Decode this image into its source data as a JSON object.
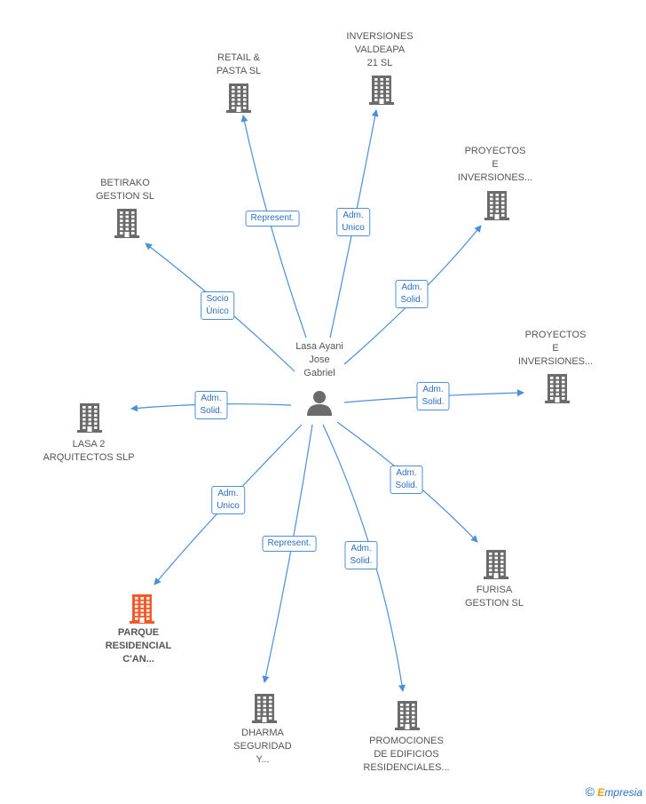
{
  "center": {
    "name": "Lasa Ayani\nJose\nGabriel",
    "icon": "person-icon"
  },
  "nodes": [
    {
      "id": "retail",
      "name": "RETAIL &\nPASTA SL",
      "icon": "building-icon"
    },
    {
      "id": "valdeapa",
      "name": "INVERSIONES\nVALDEAPA\n21 SL",
      "icon": "building-icon"
    },
    {
      "id": "proyectos1",
      "name": "PROYECTOS\nE\nINVERSIONES...",
      "icon": "building-icon"
    },
    {
      "id": "betirako",
      "name": "BETIRAKO\nGESTION SL",
      "icon": "building-icon"
    },
    {
      "id": "proyectos2",
      "name": "PROYECTOS\nE\nINVERSIONES...",
      "icon": "building-icon"
    },
    {
      "id": "lasa2",
      "name": "LASA 2\nARQUITECTOS SLP",
      "icon": "building-icon"
    },
    {
      "id": "furisa",
      "name": "FURISA\nGESTION SL",
      "icon": "building-icon"
    },
    {
      "id": "parque",
      "name": "PARQUE\nRESIDENCIAL\nC'AN...",
      "icon": "building-icon",
      "highlight": true
    },
    {
      "id": "dharma",
      "name": "DHARMA\nSEGURIDAD\nY...",
      "icon": "building-icon"
    },
    {
      "id": "promociones",
      "name": "PROMOCIONES\nDE EDIFICIOS\nRESIDENCIALES...",
      "icon": "building-icon"
    }
  ],
  "edges": [
    {
      "to": "retail",
      "label": "Represent."
    },
    {
      "to": "valdeapa",
      "label": "Adm.\nUnico"
    },
    {
      "to": "proyectos1",
      "label": "Adm.\nSolid."
    },
    {
      "to": "betirako",
      "label": "Socio\nÚnico"
    },
    {
      "to": "proyectos2",
      "label": "Adm.\nSolid."
    },
    {
      "to": "lasa2",
      "label": "Adm.\nSolid."
    },
    {
      "to": "furisa",
      "label": "Adm.\nSolid."
    },
    {
      "to": "parque",
      "label": "Adm.\nUnico"
    },
    {
      "to": "dharma",
      "label": "Represent."
    },
    {
      "to": "promociones",
      "label": "Adm.\nSolid."
    }
  ],
  "colors": {
    "edge": "#4a8fd8",
    "building": "#6b6b6b",
    "highlight": "#f25a2a",
    "person": "#6b6b6b"
  },
  "footer": {
    "copyright": "©",
    "brand_e": "E",
    "brand_rest": "mpresia"
  }
}
